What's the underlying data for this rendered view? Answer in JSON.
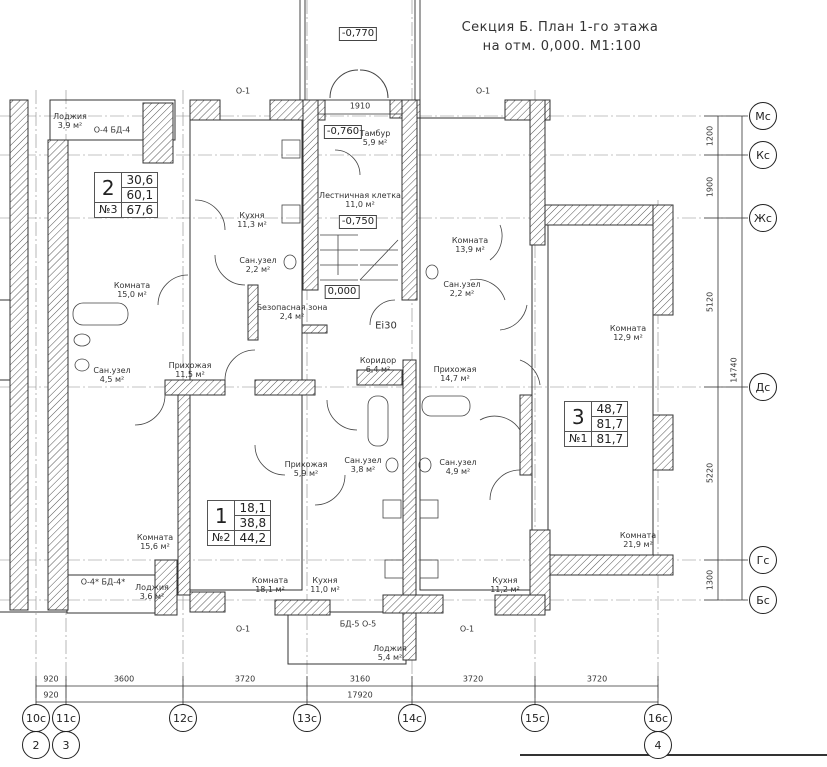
{
  "title": {
    "line1": "Секция Б. План 1-го этажа",
    "line2": "на отм. 0,000. М1:100"
  },
  "elevations": [
    "-0,770",
    "-0,760",
    "-0,750",
    "0,000"
  ],
  "rooms": [
    {
      "name": "Лоджия",
      "area": "3,9 м²"
    },
    {
      "name": "Кухня",
      "area": "11,3 м²"
    },
    {
      "name": "Сан.узел",
      "area": "2,2 м²"
    },
    {
      "name": "Комната",
      "area": "15,0 м²"
    },
    {
      "name": "Сан.узел",
      "area": "4,5 м²"
    },
    {
      "name": "Прихожая",
      "area": "11,5 м²"
    },
    {
      "name": "Тамбур",
      "area": "5,9 м²"
    },
    {
      "name": "Лестничная клетка",
      "area": "11,0 м²"
    },
    {
      "name": "Безопасная зона",
      "area": "2,4 м²"
    },
    {
      "name": "Коридор",
      "area": "6,4 м²"
    },
    {
      "name": "Комната",
      "area": "13,9 м²"
    },
    {
      "name": "Сан.узел",
      "area": "2,2 м²"
    },
    {
      "name": "Комната",
      "area": "12,9 м²"
    },
    {
      "name": "Прихожая",
      "area": "14,7 м²"
    },
    {
      "name": "Сан.узел",
      "area": "3,8 м²"
    },
    {
      "name": "Сан.узел",
      "area": "4,9 м²"
    },
    {
      "name": "Прихожая",
      "area": "5,9 м²"
    },
    {
      "name": "Комната",
      "area": "15,6 м²"
    },
    {
      "name": "Лоджия",
      "area": "3,6 м²"
    },
    {
      "name": "Комната",
      "area": "18,1 м²"
    },
    {
      "name": "Кухня",
      "area": "11,0 м²"
    },
    {
      "name": "Кухня",
      "area": "11,2 м²"
    },
    {
      "name": "Комната",
      "area": "21,9 м²"
    },
    {
      "name": "Лоджия",
      "area": "5,4 м²"
    }
  ],
  "apartments": [
    {
      "rooms": "2",
      "number": "№3",
      "values": [
        "30,6",
        "60,1",
        "67,6"
      ]
    },
    {
      "rooms": "1",
      "number": "№2",
      "values": [
        "18,1",
        "38,8",
        "44,2"
      ]
    },
    {
      "rooms": "3",
      "number": "№1",
      "values": [
        "48,7",
        "81,7",
        "81,7"
      ]
    }
  ],
  "codes": {
    "o1": "О-1",
    "o4bd4": "О-4   БД-4",
    "o4bd4s": "О-4*  БД-4*",
    "bd5o5": "БД-5  О-5",
    "ei30": "Ei30",
    "d1910": "1910"
  },
  "axes_rows": [
    "Мс",
    "Кс",
    "Жс",
    "Дс",
    "Гс",
    "Бс"
  ],
  "axes_cols": [
    "10с",
    "11с",
    "12с",
    "13с",
    "14с",
    "15с",
    "16с"
  ],
  "axes_cols_alt": [
    "2",
    "3",
    "4"
  ],
  "dims_vertical": [
    "1200",
    "1900",
    "5120",
    "5220",
    "1300",
    "14740"
  ],
  "dims_row1": [
    "920",
    "3600",
    "3720",
    "3160",
    "3720",
    "3720"
  ],
  "dims_row2": [
    "920",
    "17920"
  ]
}
